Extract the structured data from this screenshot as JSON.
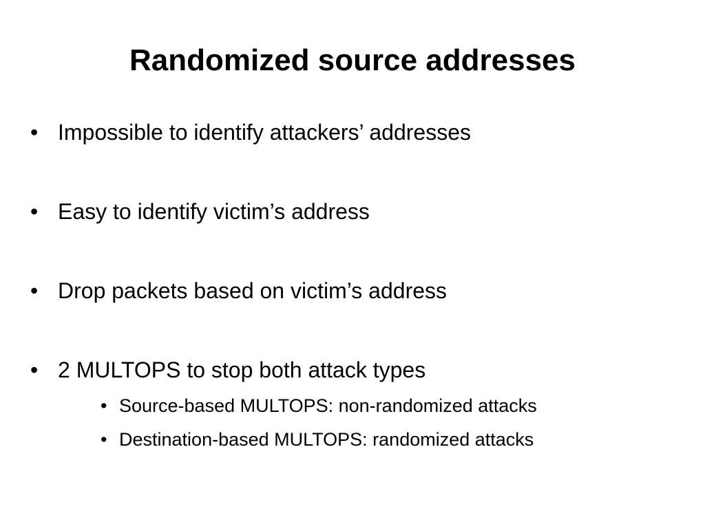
{
  "slide": {
    "title": "Randomized source addresses",
    "bullet_glyph": "•",
    "bullets": [
      {
        "text": "Impossible to identify attackers’ addresses"
      },
      {
        "text": "Easy to identify victim’s address"
      },
      {
        "text": "Drop packets based on victim’s address"
      },
      {
        "text": "2 MULTOPS to stop both attack types",
        "sub": [
          {
            "text": "Source-based MULTOPS: non-randomized attacks"
          },
          {
            "text": "Destination-based MULTOPS: randomized attacks"
          }
        ]
      }
    ]
  }
}
